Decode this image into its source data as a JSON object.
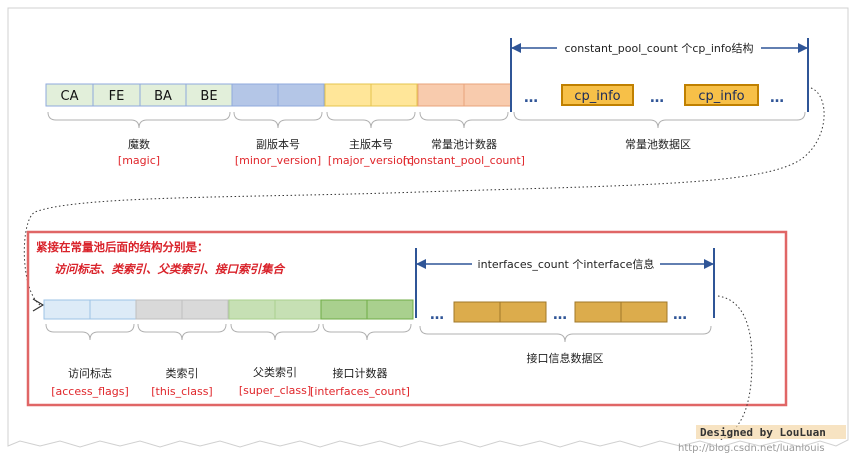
{
  "top": {
    "magic_cells": [
      "CA",
      "FE",
      "BA",
      "BE"
    ],
    "range_label": "constant_pool_count 个cp_info结构",
    "cp_info_label": "cp_info",
    "dots": "…",
    "groups": [
      {
        "cn": "魔数",
        "en": "[magic]"
      },
      {
        "cn": "副版本号",
        "en": "[minor_version]"
      },
      {
        "cn": "主版本号",
        "en": "[major_version]"
      },
      {
        "cn": "常量池计数器",
        "en": "[constant_pool_count]"
      },
      {
        "cn": "常量池数据区",
        "en": ""
      }
    ]
  },
  "bottom": {
    "note_line1": "紧接在常量池后面的结构分别是：",
    "note_line2": "访问标志、类索引、父类索引、接口索引集合",
    "range_label": "interfaces_count 个interface信息",
    "groups": [
      {
        "cn": "访问标志",
        "en": "[access_flags]"
      },
      {
        "cn": "类索引",
        "en": "[this_class]"
      },
      {
        "cn": "父类索引",
        "en": "[super_class]"
      },
      {
        "cn": "接口计数器",
        "en": "[interfaces_count]"
      },
      {
        "cn": "接口信息数据区",
        "en": ""
      }
    ]
  },
  "footer": {
    "designer": "Designed by LouLuan",
    "url": "http://blog.csdn.net/luanlouis"
  },
  "colors": {
    "magic": "#e2efda",
    "minor": "#b4c6e7",
    "major": "#ffe699",
    "cp_count": "#f8cbad",
    "cp_info": "#f4b183",
    "cp_info_border": "#c08000",
    "access": "#ddebf7",
    "this_class": "#d9d9d9",
    "super_class": "#c6e0b4",
    "interfaces_count": "#a9d08e",
    "interface_cell": "#dcac4c",
    "arrow": "#2f5597",
    "frame": "#e06666"
  }
}
